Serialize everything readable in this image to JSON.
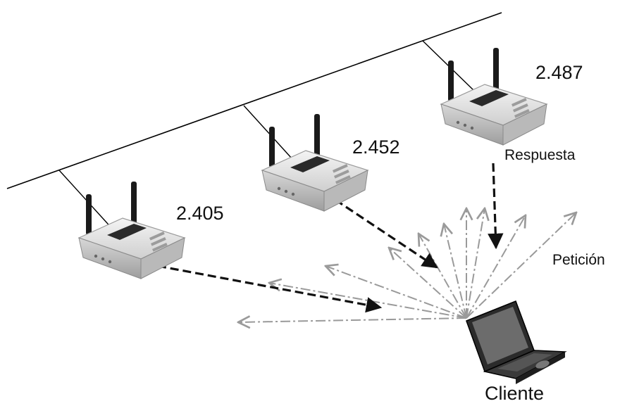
{
  "access_points": [
    {
      "frequency": "2.405"
    },
    {
      "frequency": "2.452"
    },
    {
      "frequency": "2.487"
    }
  ],
  "labels": {
    "response": "Respuesta",
    "request": "Petición",
    "client": "Cliente"
  },
  "colors": {
    "backbone": "#000000",
    "response_arrow": "#111111",
    "request_arrow": "#9a9a9a",
    "device_body": "#e8e8e8",
    "device_shadow": "#8c8c8c"
  },
  "icons": [
    "wireless-access-point-icon",
    "laptop-icon"
  ]
}
